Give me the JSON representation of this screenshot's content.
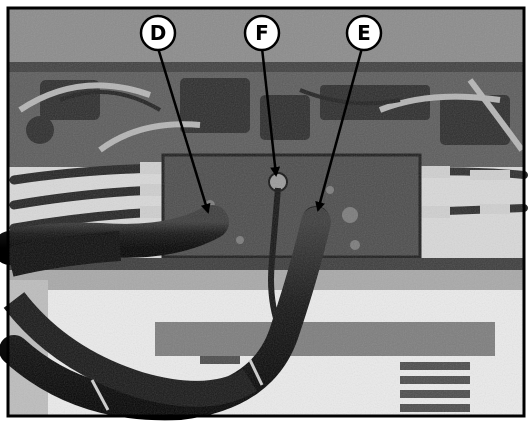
{
  "figure": {
    "callouts": [
      {
        "id": "D",
        "label": "D"
      },
      {
        "id": "F",
        "label": "F"
      },
      {
        "id": "E",
        "label": "E"
      }
    ],
    "colors": {
      "border": "#000000",
      "photo_dark": "#1c1c1c",
      "photo_mid": "#6e6e6e",
      "photo_light": "#e8e8e8",
      "callout_fill": "#ffffff",
      "callout_stroke": "#000000"
    }
  }
}
